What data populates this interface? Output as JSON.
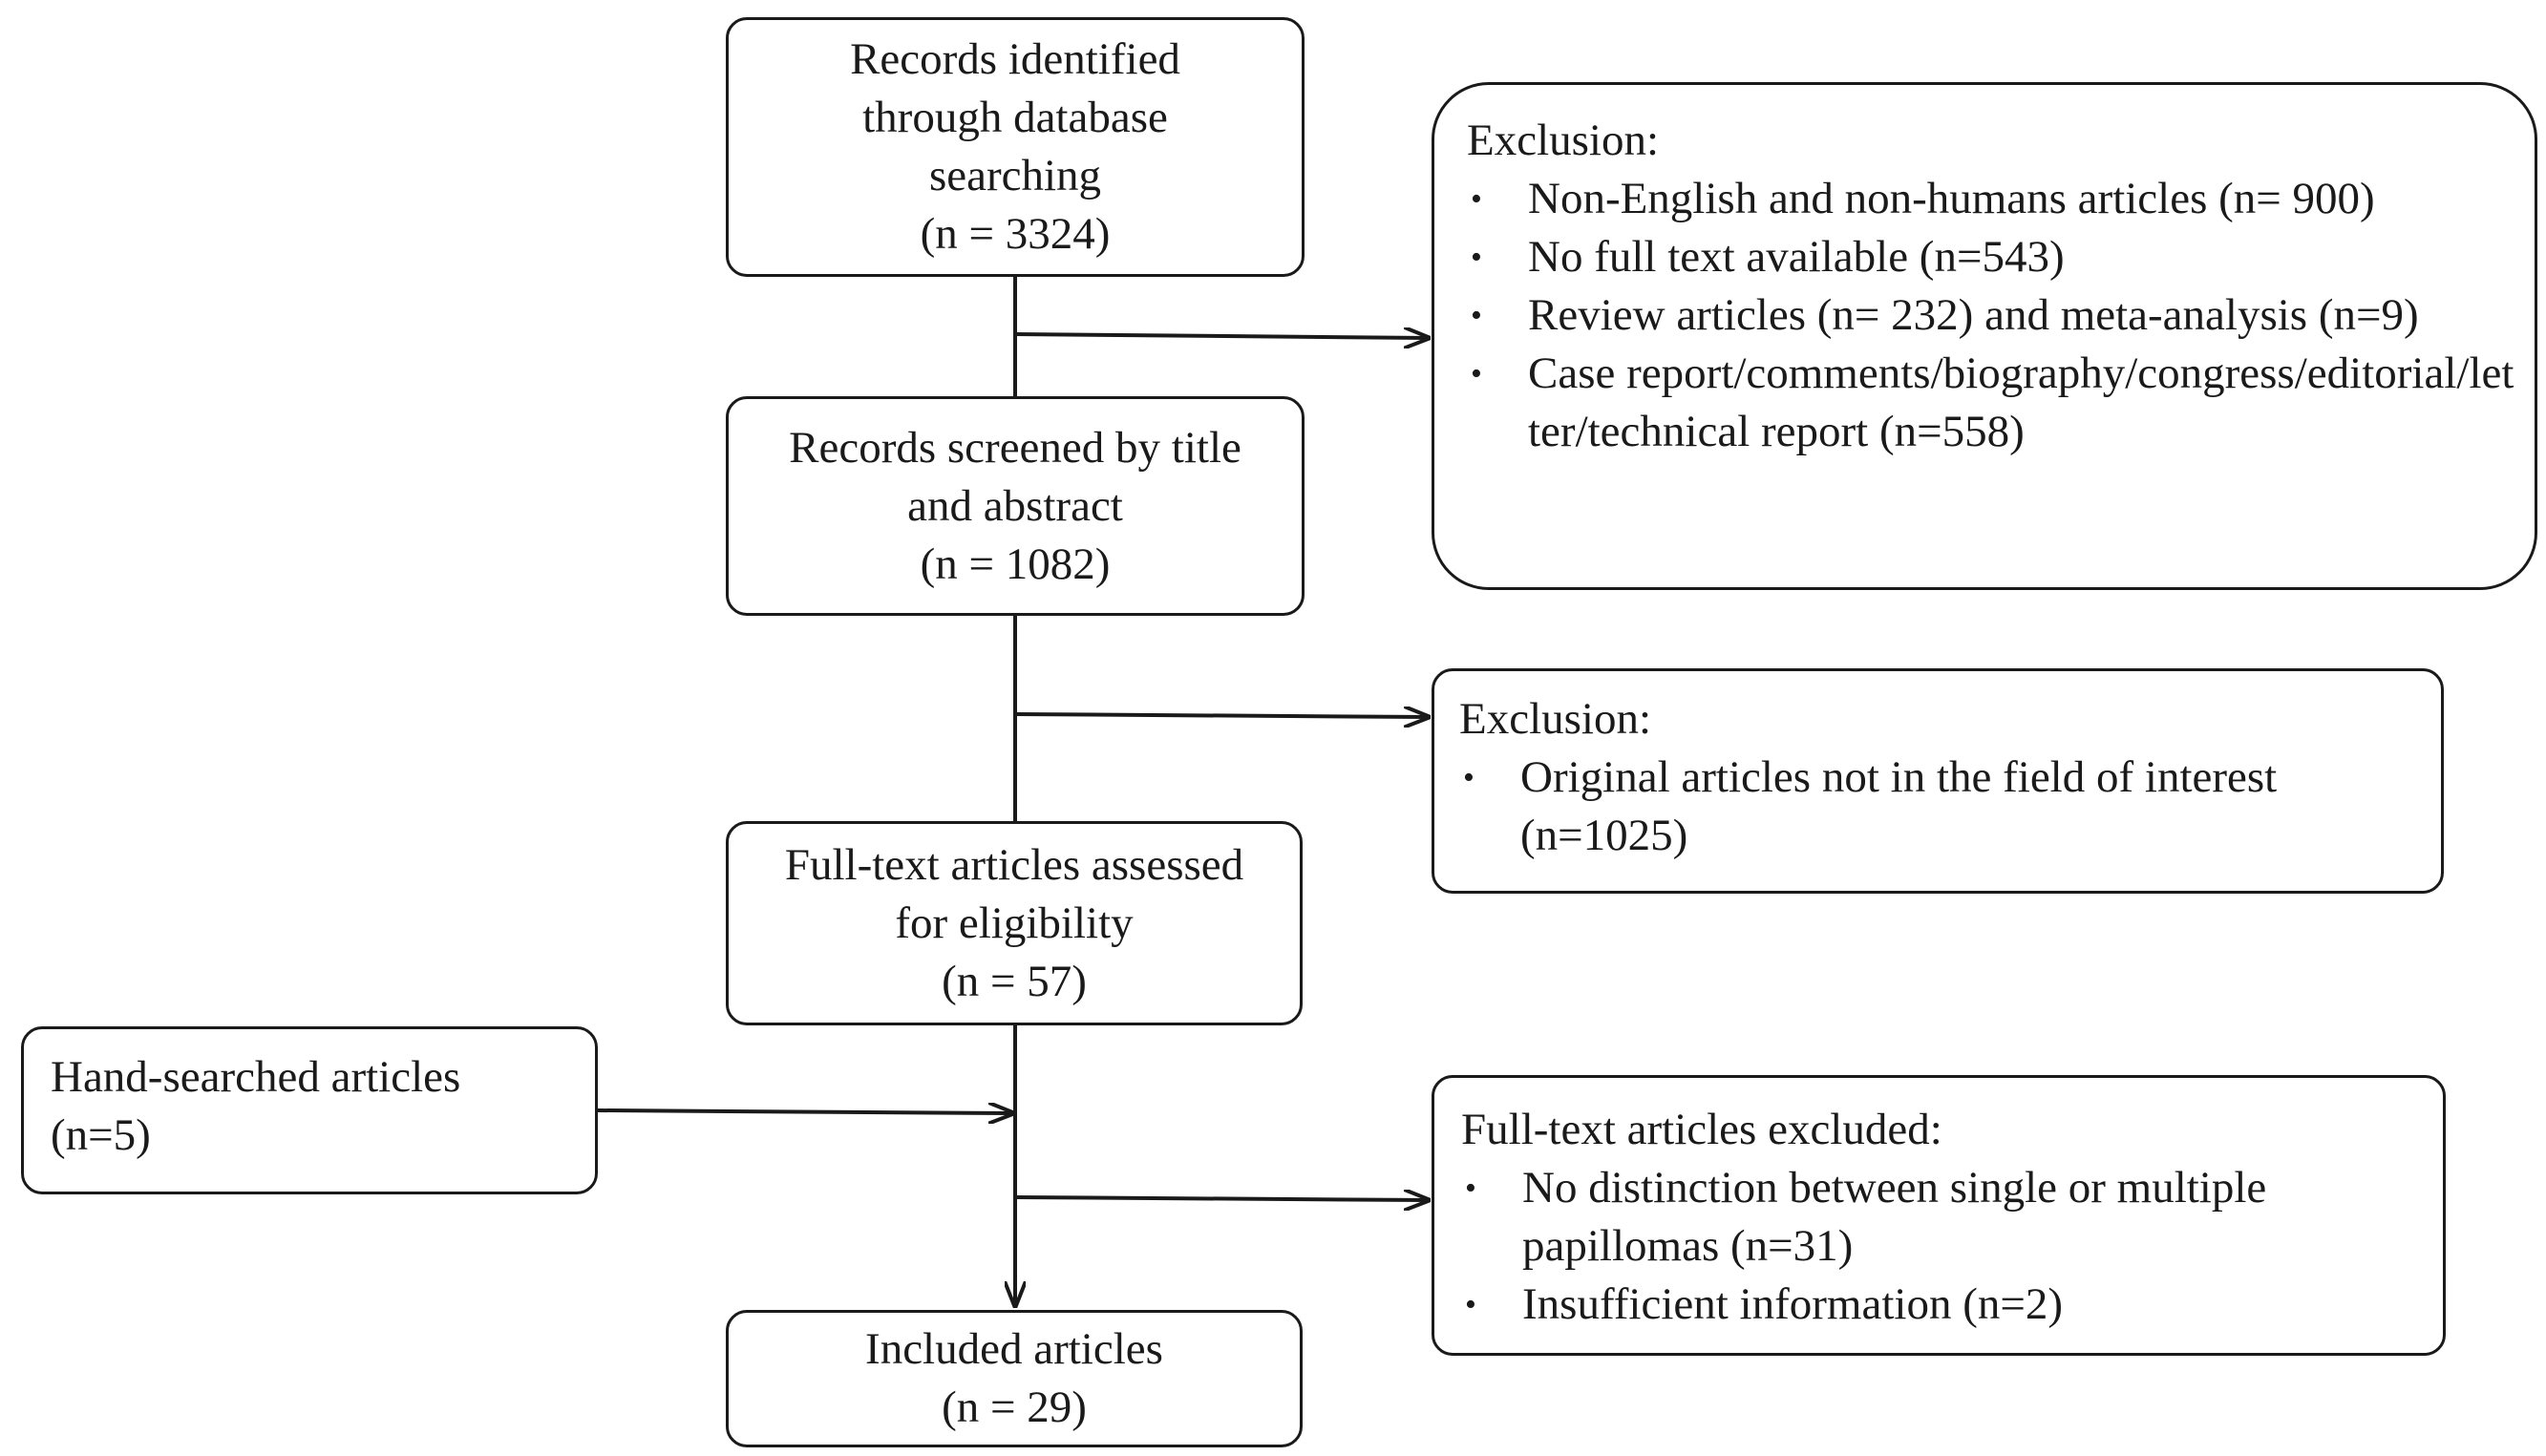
{
  "flow": {
    "identified": {
      "lines": [
        "Records identified",
        "through database",
        "searching",
        "(n = 3324)"
      ]
    },
    "screened": {
      "lines": [
        "Records screened by title",
        "and abstract",
        "(n = 1082)"
      ]
    },
    "fulltext": {
      "lines": [
        "Full-text articles assessed",
        "for eligibility",
        "(n = 57)"
      ]
    },
    "included": {
      "lines": [
        "Included articles",
        "(n = 29)"
      ]
    }
  },
  "hand_searched": {
    "lines": [
      "Hand-searched articles",
      "(n=5)"
    ]
  },
  "exclusion_1": {
    "heading": "Exclusion:",
    "items": [
      "Non-English and non-humans articles (n= 900)",
      "No full text available (n=543)",
      "Review articles (n= 232) and meta-analysis (n=9)",
      "Case report/comments/biography/congress/editorial/letter/technical report (n=558)"
    ]
  },
  "exclusion_2": {
    "heading": "Exclusion:",
    "items": [
      "Original articles not in the field of interest (n=1025)"
    ]
  },
  "exclusion_3": {
    "heading": "Full-text articles excluded:",
    "items": [
      "No distinction between single or multiple papillomas (n=31)",
      "Insufficient information (n=2)"
    ]
  },
  "bullet_symbol": "•",
  "colors": {
    "stroke": "#1a1a1a",
    "background": "#ffffff"
  }
}
